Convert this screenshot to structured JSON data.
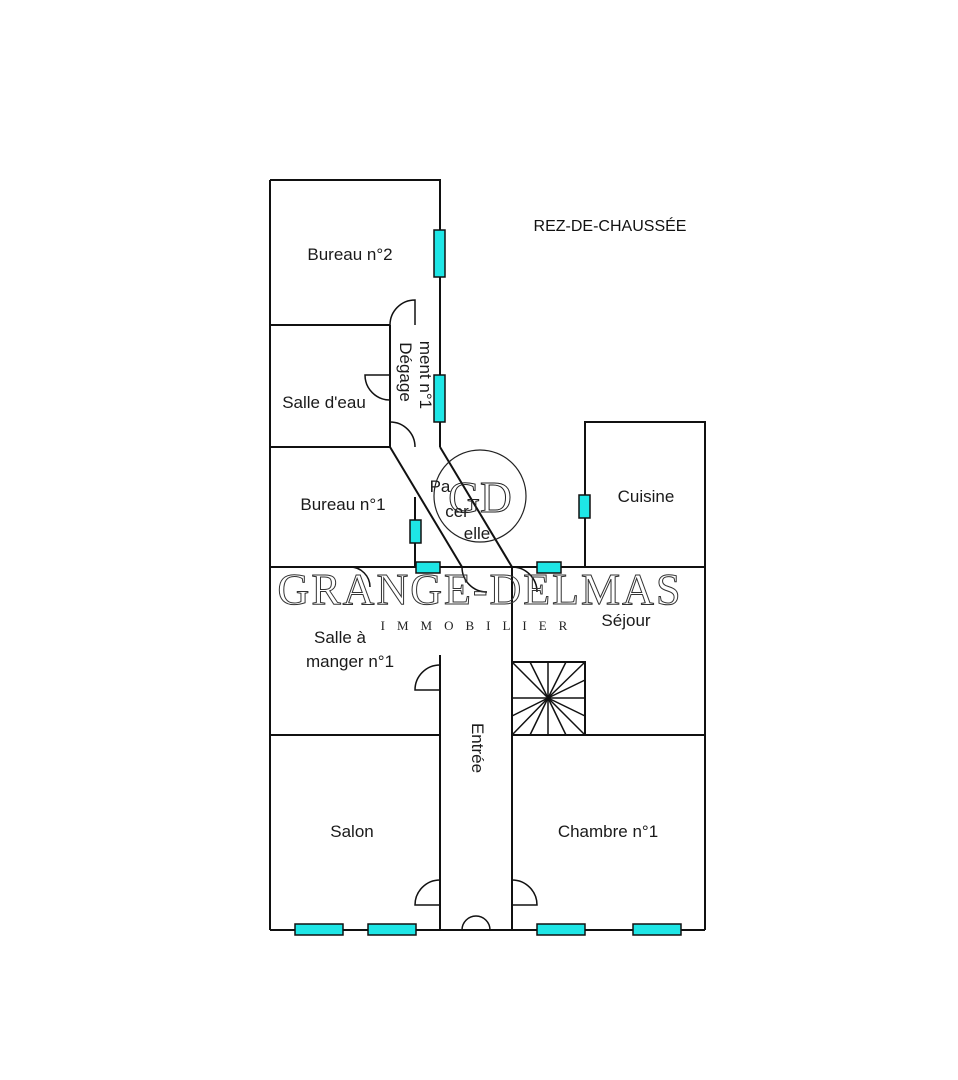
{
  "floor": {
    "title": "REZ-DE-CHAUSSÉE"
  },
  "rooms": {
    "bureau2": "Bureau n°2",
    "degagement_a": "Dégage",
    "degagement_b": "ment n°1",
    "salle_eau": "Salle d'eau",
    "bureau1": "Bureau n°1",
    "passerelle_a": "Pa",
    "passerelle_b": "cer",
    "passerelle_c": "elle",
    "cuisine": "Cuisine",
    "salle_manger_a": "Salle à",
    "salle_manger_b": "manger n°1",
    "sejour": "Séjour",
    "entree": "Entrée",
    "salon": "Salon",
    "chambre1": "Chambre n°1"
  },
  "watermark": {
    "main": "GRANGE-DELMAS",
    "sub": "IMMOBILIER",
    "monogram": "GD"
  },
  "colors": {
    "window": "#1ee6e6",
    "wall": "#111111"
  }
}
